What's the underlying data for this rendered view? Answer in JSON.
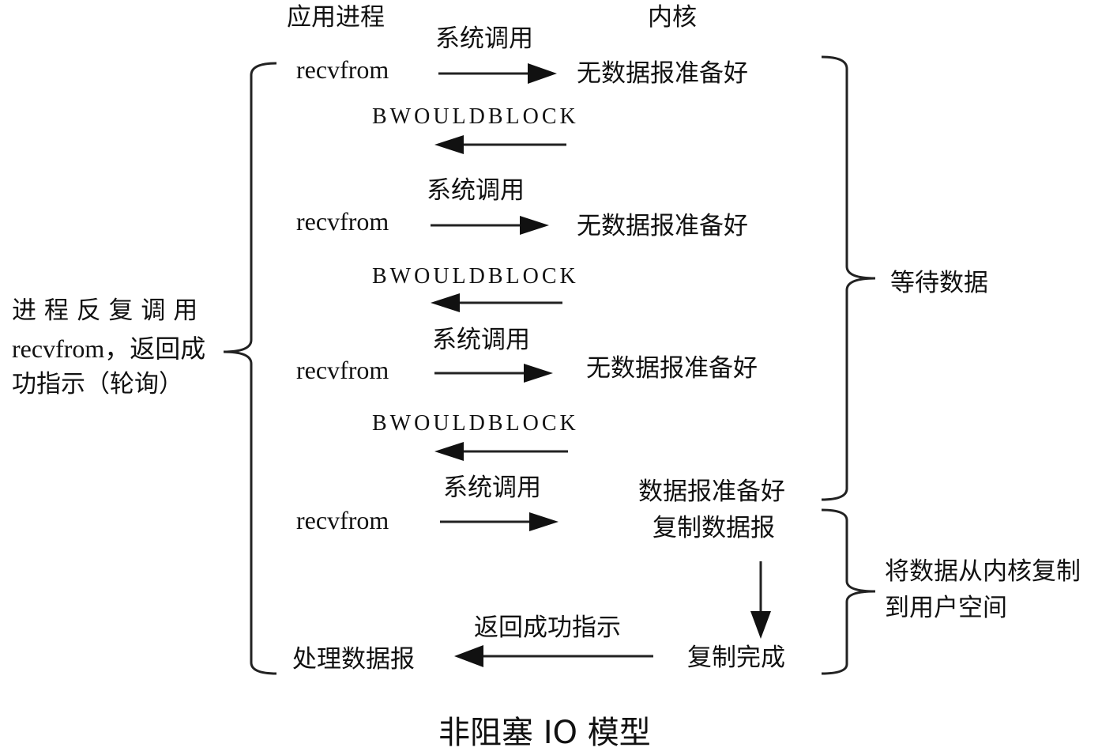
{
  "headers": {
    "app": "应用进程",
    "kernel": "内核"
  },
  "rounds": [
    {
      "syscall": "系统调用",
      "call": "recvfrom",
      "kernel_state": "无数据报准备好",
      "reply": "BWOULDBLOCK"
    },
    {
      "syscall": "系统调用",
      "call": "recvfrom",
      "kernel_state": "无数据报准备好",
      "reply": "BWOULDBLOCK"
    },
    {
      "syscall": "系统调用",
      "call": "recvfrom",
      "kernel_state": "无数据报准备好",
      "reply": "BWOULDBLOCK"
    },
    {
      "syscall": "系统调用",
      "call": "recvfrom",
      "kernel_state": "数据报准备好",
      "kernel_state2": "复制数据报"
    }
  ],
  "final": {
    "return_label": "返回成功指示",
    "process": "处理数据报",
    "copy_done": "复制完成"
  },
  "left_note": [
    "进 程 反 复 调 用",
    "recvfrom，返回成",
    "功指示（轮询）"
  ],
  "right_notes": {
    "wait": "等待数据",
    "copy": [
      "将数据从内核复制",
      "到用户空间"
    ]
  },
  "title": "非阻塞 IO 模型"
}
